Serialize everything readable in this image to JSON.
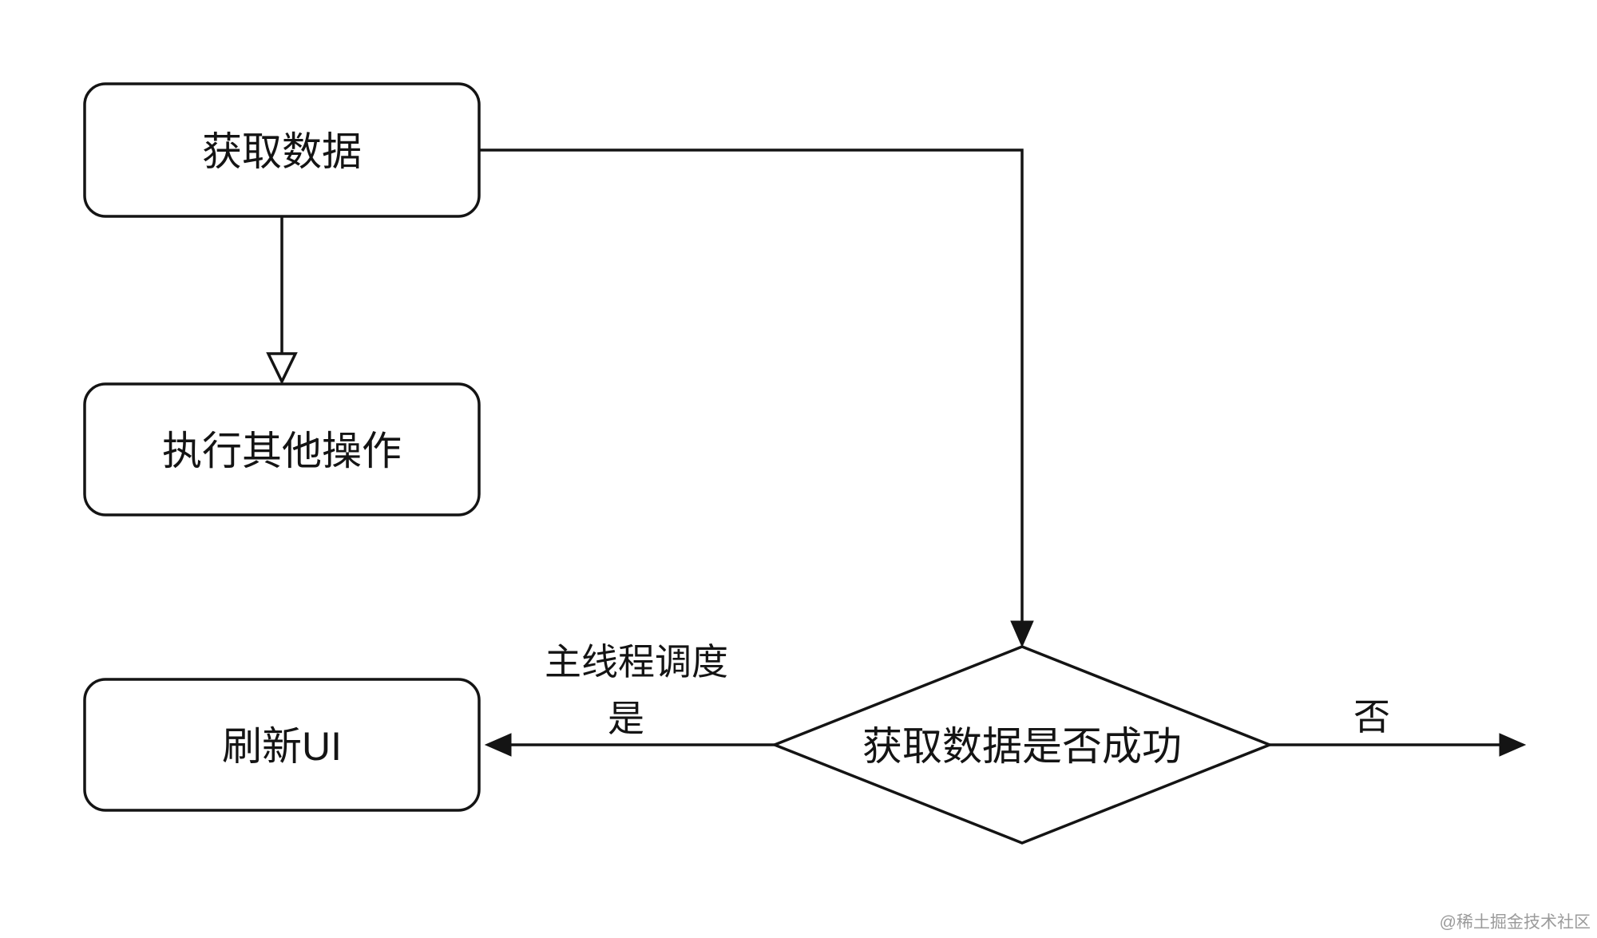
{
  "diagram": {
    "background": "#ffffff",
    "line_color": "#141414",
    "nodes": {
      "fetch_data": {
        "label": "获取数据",
        "shape": "rounded-rect"
      },
      "do_other": {
        "label": "执行其他操作",
        "shape": "rounded-rect"
      },
      "refresh_ui": {
        "label": "刷新UI",
        "shape": "rounded-rect"
      },
      "fetch_success": {
        "label": "获取数据是否成功",
        "shape": "diamond"
      }
    },
    "edge_labels": {
      "main_thread": "主线程调度",
      "yes": "是",
      "no": "否"
    },
    "watermark": "@稀土掘金技术社区"
  }
}
